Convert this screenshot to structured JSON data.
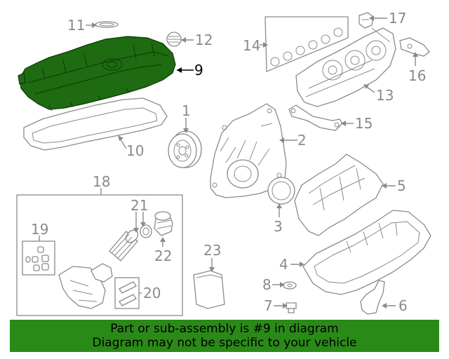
{
  "callouts": {
    "c1": "1",
    "c2": "2",
    "c3": "3",
    "c4": "4",
    "c5": "5",
    "c6": "6",
    "c7": "7",
    "c8": "8",
    "c9": "9",
    "c10": "10",
    "c11": "11",
    "c12": "12",
    "c13": "13",
    "c14": "14",
    "c15": "15",
    "c16": "16",
    "c17": "17",
    "c18": "18",
    "c19": "19",
    "c20": "20",
    "c21": "21",
    "c22": "22",
    "c23": "23"
  },
  "highlighted_part": "9",
  "colors": {
    "highlight": "#1e6b12",
    "banner": "#2a8a17",
    "line": "#8a8a8a"
  },
  "banner": {
    "line1": "Part or sub-assembly is #9 in diagram",
    "line2": "Diagram may not be specific to your vehicle"
  }
}
